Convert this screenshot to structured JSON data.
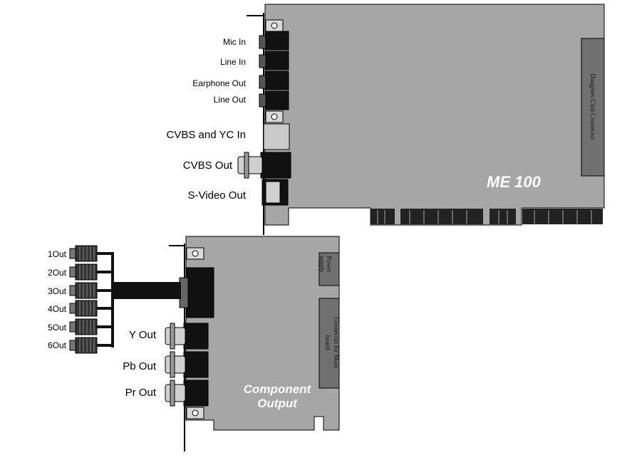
{
  "main_card": {
    "name": "ME 100",
    "ports": {
      "mic_in": "Mic In",
      "line_in": "Line In",
      "earphone_out": "Earphone Out",
      "line_out": "Line Out",
      "cvbs_yc_in": "CVBS and YC In",
      "cvbs_out": "CVBS Out",
      "svideo_out": "S-Video Out"
    },
    "daughter_connector": "Daughter Card Connector"
  },
  "component_card": {
    "name_line1": "Component",
    "name_line2": "Output",
    "ports": {
      "y_out": "Y Out",
      "pb_out": "Pb Out",
      "pr_out": "Pr Out"
    },
    "power_supply_line1": "Power",
    "power_supply_line2": "supply",
    "mainboard_connector_line1": "Connecort for Main",
    "mainboard_connector_line2": "board",
    "outputs": [
      "1Out",
      "2Out",
      "3Out",
      "4Out",
      "5Out",
      "6Out"
    ]
  },
  "colors": {
    "board": "#a6a6a6",
    "connector": "#707070",
    "jack": "#111111",
    "outline": "#000000"
  }
}
